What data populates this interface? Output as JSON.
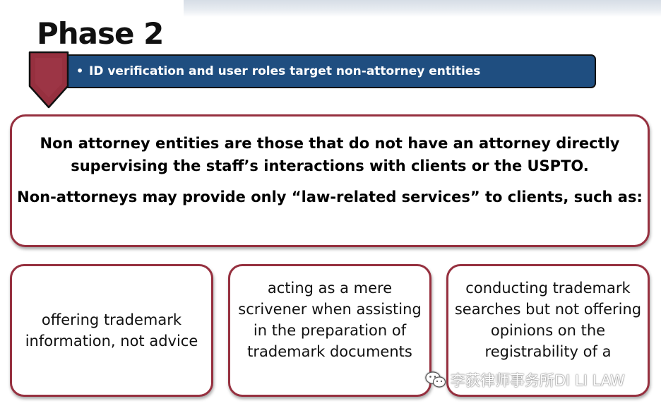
{
  "slide": {
    "title": "Phase 2",
    "banner": {
      "bullet": "•",
      "text": "ID verification and user roles target non-attorney entities"
    },
    "definition": {
      "paragraph_1": "Non attorney entities are those that do not have an attorney directly supervising the staff’s interactions with clients or the USPTO.",
      "paragraph_2": "Non-attorneys may provide only “law-related services” to clients, such as:"
    },
    "services": [
      {
        "label": "offering trademark information, not advice"
      },
      {
        "label": "acting as a mere scrivener when assisting in the preparation of trademark documents"
      },
      {
        "label": "conducting trademark searches but not offering opinions on the registrability of a"
      }
    ],
    "watermark": {
      "text": "李荻律师事务所DI LI LAW",
      "icon": "wechat-icon"
    }
  },
  "colors": {
    "banner_fill": "#1f4e80",
    "chevron_fill": "#96303f",
    "box_border": "#96303f"
  }
}
